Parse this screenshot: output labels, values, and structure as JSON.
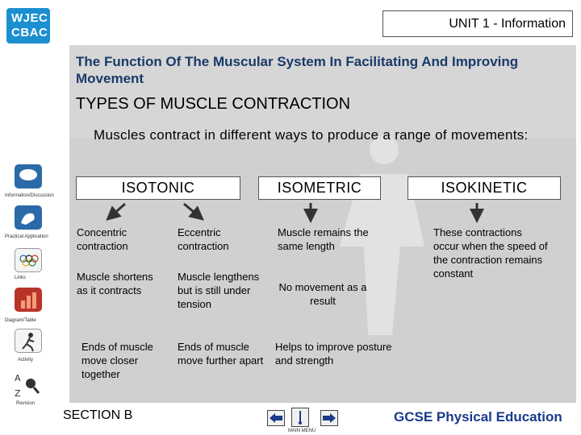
{
  "header": {
    "logo_line1": "WJEC",
    "logo_line2": "CBAC",
    "unit": "UNIT 1 - Information"
  },
  "page": {
    "title": "The Function Of The Muscular System In Facilitating And Improving Movement",
    "subtitle": "TYPES OF MUSCLE CONTRACTION",
    "intro": "Muscles contract in different ways to produce a range of movements:"
  },
  "types": {
    "isotonic": "ISOTONIC",
    "isometric": "ISOMETRIC",
    "isokinetic": "ISOKINETIC"
  },
  "rows": {
    "concentric": [
      "Concentric contraction",
      "Muscle shortens as it contracts",
      "Ends of muscle move closer together"
    ],
    "eccentric": [
      "Eccentric contraction",
      "Muscle lengthens but is still under tension",
      "Ends of muscle move further apart"
    ],
    "isometric": [
      "Muscle remains the same length",
      "No movement as a result",
      "Helps to improve posture and strength"
    ],
    "isokinetic": [
      "These contractions occur when the speed of the contraction remains constant"
    ]
  },
  "sidebar": {
    "items": [
      {
        "label": "Information/Discussion",
        "icon": "speech-bubble-icon"
      },
      {
        "label": "Practical Application",
        "icon": "flexed-arm-icon"
      },
      {
        "label": "Links",
        "icon": "olympic-rings-icon"
      },
      {
        "label": "Diagram/Table",
        "icon": "bar-chart-icon"
      },
      {
        "label": "Activity",
        "icon": "running-figure-icon"
      },
      {
        "label": "Revision",
        "icon": "a-z-magnifier-icon"
      }
    ]
  },
  "footer": {
    "section": "SECTION B",
    "brand": "GCSE Physical Education",
    "main_menu": "MAIN MENU"
  },
  "colors": {
    "title_blue": "#1a3a6a",
    "logo_blue": "#1b8fd0",
    "brand_blue": "#1a3a8a",
    "panel_grey": "#d6d6d6"
  }
}
